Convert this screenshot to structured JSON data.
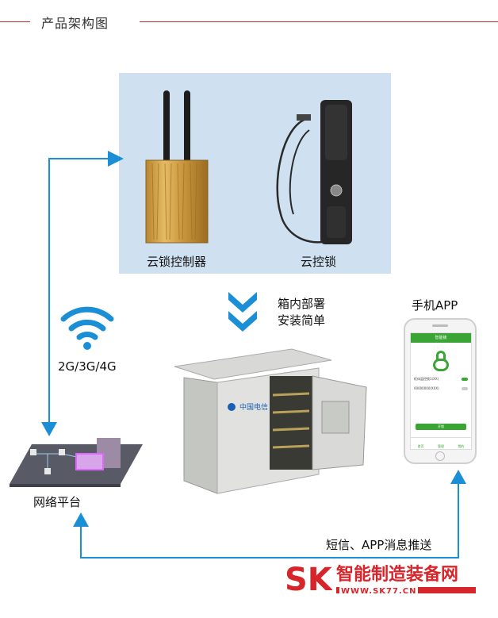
{
  "header": {
    "title": "产品架构图"
  },
  "labels": {
    "controller": "云锁控制器",
    "lock": "云控锁",
    "deploy_line1": "箱内部署",
    "deploy_line2": "安装简单",
    "phone_app": "手机APP",
    "network": "2G/3G/4G",
    "platform": "网络平台",
    "notify": "短信、APP消息推送"
  },
  "phone_screen": {
    "app_title": "智能锁",
    "item1": "柜体监控锁1(XX)",
    "item2": "00000000(XXX)",
    "button": "开锁",
    "tabs": [
      "首页",
      "管理",
      "我的"
    ]
  },
  "cabinet": {
    "brand": "中国电信"
  },
  "watermark": {
    "logo": "SK",
    "name": "智能制造装备网",
    "url": "WWW.SK77.CN"
  },
  "colors": {
    "accent_red": "#c9242b",
    "flow_blue": "#1a8fd6",
    "panel_bg": "#cfe0f1",
    "app_green": "#3aa535"
  }
}
